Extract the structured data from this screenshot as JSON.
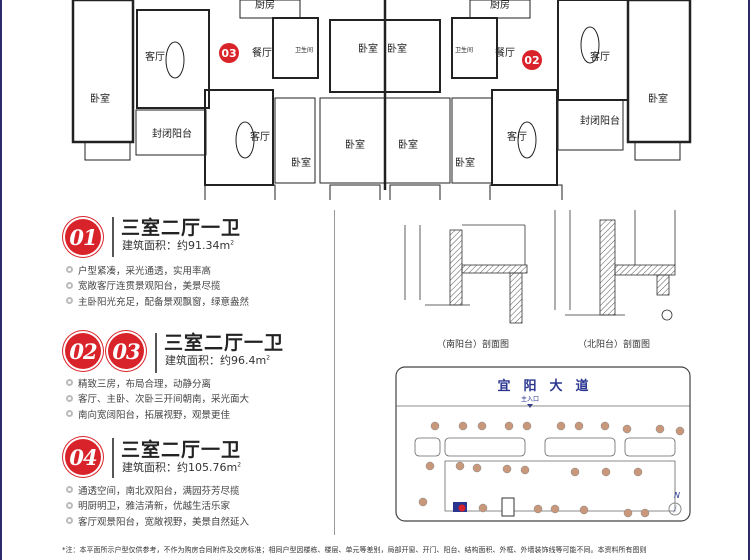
{
  "floorplan": {
    "unit_markers": [
      "03",
      "02"
    ],
    "rooms": {
      "kitchen": "厨房",
      "bathroom": "卫生间",
      "dining": "餐厅",
      "living": "客厅",
      "bedroom": "卧室",
      "balcony": "封闭阳台"
    }
  },
  "units": [
    {
      "badges": [
        "01"
      ],
      "title": "三室二厅一卫",
      "area_label": "建筑面积：约91.34m",
      "area_sup": "2",
      "features": [
        "户型紧凑，采光通透，实用率高",
        "宽敞客厅连贯景观阳台，美景尽揽",
        "主卧阳光充足，配备景观飘窗，绿意盎然"
      ]
    },
    {
      "badges": [
        "02",
        "03"
      ],
      "title": "三室二厅一卫",
      "area_label": "建筑面积：约96.4m",
      "area_sup": "2",
      "features": [
        "精致三房，布局合理，动静分离",
        "客厅、主卧、次卧三开间朝南，采光面大",
        "南向宽阔阳台，拓展视野，观景更佳"
      ]
    },
    {
      "badges": [
        "04"
      ],
      "title": "三室二厅一卫",
      "area_label": "建筑面积：约105.76m",
      "area_sup": "2",
      "features": [
        "通透空间，南北双阳台，满园芬芳尽揽",
        "明厨明卫，雅洁清新，优越生活乐家",
        "客厅观景阳台，宽敞视野，美景自然延入"
      ]
    }
  ],
  "sections": {
    "south_caption": "（南阳台）剖面图",
    "north_caption": "（北阳台）剖面图"
  },
  "sitemap": {
    "road": "宜　阳　大　道",
    "entrance": "主入口",
    "north": "N"
  },
  "note": "*注：本平面所示户型仅供参考，不作为购房合同附件及交房标准；相同户型因楼栋、楼层、单元等差别，局部开窗、开门、阳台、结构面积、外框、外墙装饰线等可能不同。本资料所有图则",
  "colors": {
    "accent": "#d9232a",
    "border": "#2c2a6b",
    "map_blue": "#2a3590",
    "building": "#c9987a"
  }
}
